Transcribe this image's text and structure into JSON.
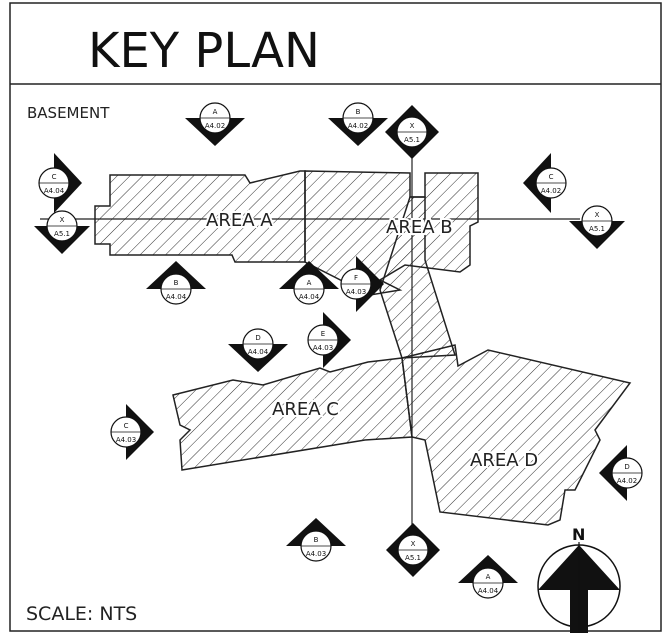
{
  "title": "KEY PLAN",
  "level": "BASEMENT",
  "scale": "SCALE: NTS",
  "north": "N",
  "areas": {
    "a": "AREA A",
    "b": "AREA B",
    "c": "AREA C",
    "d": "AREA D"
  },
  "markers": [
    {
      "id": "A",
      "sheet": "A4.02"
    },
    {
      "id": "B",
      "sheet": "A4.02"
    },
    {
      "id": "X",
      "sheet": "A5.1"
    },
    {
      "id": "C",
      "sheet": "A4.02"
    },
    {
      "id": "C",
      "sheet": "A4.04"
    },
    {
      "id": "X",
      "sheet": "A5.1"
    },
    {
      "id": "X",
      "sheet": "A5.1"
    },
    {
      "id": "B",
      "sheet": "A4.04"
    },
    {
      "id": "A",
      "sheet": "A4.04"
    },
    {
      "id": "F",
      "sheet": "A4.03"
    },
    {
      "id": "E",
      "sheet": "A4.03"
    },
    {
      "id": "D",
      "sheet": "A4.04"
    },
    {
      "id": "C",
      "sheet": "A4.03"
    },
    {
      "id": "D",
      "sheet": "A4.02"
    },
    {
      "id": "B",
      "sheet": "A4.03"
    },
    {
      "id": "X",
      "sheet": "A5.1"
    },
    {
      "id": "A",
      "sheet": "A4.04"
    }
  ]
}
